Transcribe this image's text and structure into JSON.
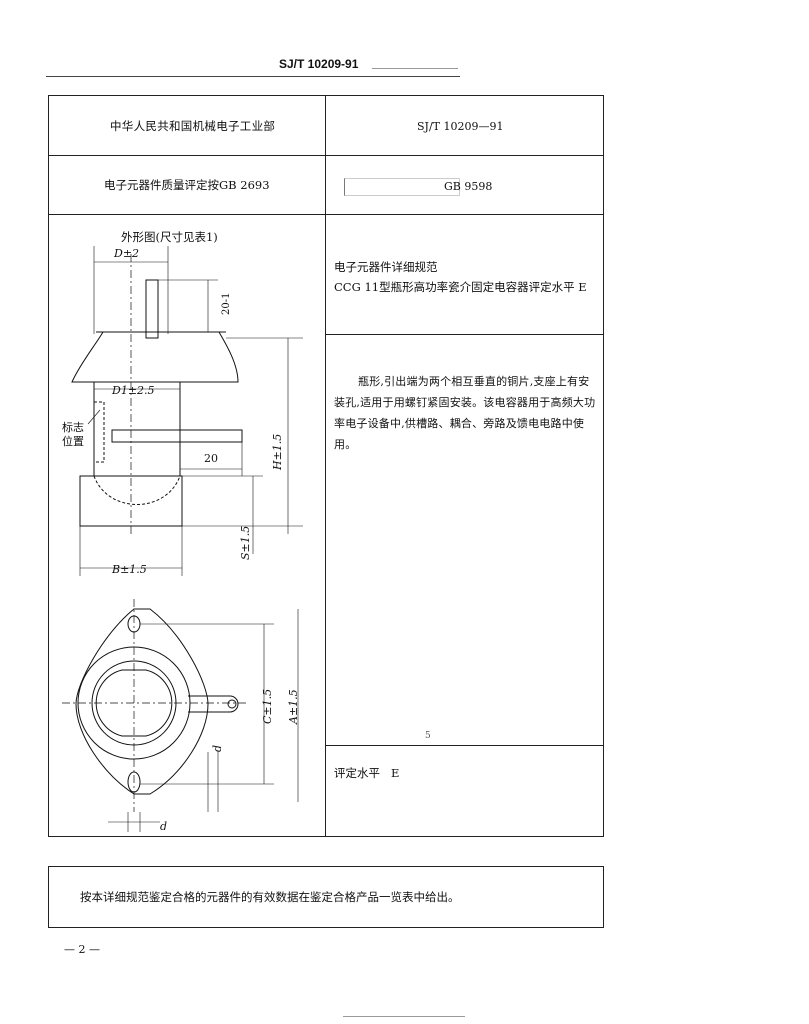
{
  "header": {
    "standard_code": "SJ/T 10209-91"
  },
  "table": {
    "row1": {
      "left": "中华人民共和国机械电子工业部",
      "right": "SJ/T 10209—91"
    },
    "row2": {
      "left": "电子元器件质量评定按GB 2693",
      "right": "GB 9598"
    },
    "drawing": {
      "caption": "外形图(尺寸见表1)",
      "labels": {
        "D": "D±2",
        "len20_1": "20-1",
        "D1": "D1±2.5",
        "marking_line1": "标志",
        "marking_line2": "位置",
        "len20_2": "20",
        "H": "H±1.5",
        "S": "S±1.5",
        "B": "B±1.5",
        "C": "C±1.5",
        "A": "A±1.5",
        "d_small": "d",
        "d_bottom": "d"
      }
    },
    "spec": {
      "title_line1": "电子元器件详细规范",
      "title_line2": "CCG 11型瓶形高功率瓷介固定电容器评定水平 E"
    },
    "description": "瓶形,引出端为两个相互垂直的铜片,支座上有安装孔,适用于用螺钉紧固安装。该电容器用于高频大功率电子设备中,供槽路、耦合、旁路及馈电电路中使用。",
    "stray_mark": "5",
    "assessment_level": "评定水平   E"
  },
  "footer_note": "按本详细规范鉴定合格的元器件的有效数据在鉴定合格产品一览表中给出。",
  "page_number": "— 2 —"
}
